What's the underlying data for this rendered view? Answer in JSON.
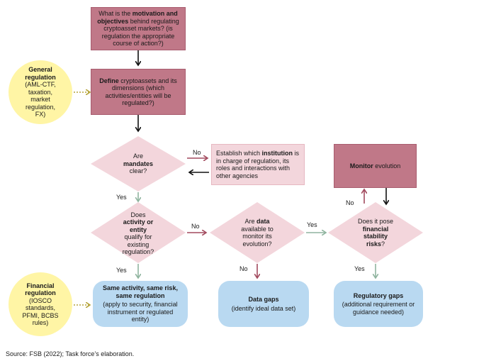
{
  "nodes": {
    "motivation": {
      "pre": "What is the ",
      "bold": "motivation and objectives",
      "post": " behind regulating cryptoasset markets? (is regulation the appropriate course of action?)"
    },
    "define": {
      "bold": "Define",
      "post": " cryptoassets and its dimensions (which activities/entities will be regulated?)"
    },
    "mandates": {
      "pre": "Are",
      "bold": "mandates",
      "post": "clear?"
    },
    "institution": {
      "pre": "Establish which ",
      "bold": "institution",
      "post": " is in charge of regulation, its roles and interactions with other agencies"
    },
    "activity": {
      "pre": "Does",
      "bold": "activity or entity",
      "post": "qualify for existing regulation?"
    },
    "data_available": {
      "pre": "Are ",
      "bold": "data",
      "post": " available to monitor its evolution?"
    },
    "stability": {
      "pre": "Does it pose",
      "bold": "financial stability risks",
      "post": "?"
    },
    "monitor": {
      "bold": "Monitor",
      "post": " evolution"
    },
    "same_activity": {
      "bold": "Same activity, same risk, same regulation",
      "sub": "(apply to security, financial instrument or regulated entity)"
    },
    "data_gaps": {
      "bold": "Data gaps",
      "sub": "(identify ideal data set)"
    },
    "regulatory_gaps": {
      "bold": "Regulatory gaps",
      "sub": "(additional requirement or guidance needed)"
    },
    "general_regulation": {
      "bold": "General regulation",
      "sub": "(AML-CTF, taxation, market regulation, FX)"
    },
    "financial_regulation": {
      "bold": "Financial regulation",
      "sub": "(IOSCO standards, PFMI, BCBS rules)"
    }
  },
  "edges": {
    "no_mandates": "No",
    "yes_mandates": "Yes",
    "no_activity": "No",
    "yes_activity": "Yes",
    "yes_data": "Yes",
    "no_data": "No",
    "no_stability": "No",
    "yes_stability": "Yes"
  },
  "colors": {
    "dark_rect": "#c07888",
    "light_diamond": "#f3d6dc",
    "pill": "#b9d9f1",
    "circle": "#fff5a5",
    "no_arrow": "#a24a5e",
    "yes_arrow": "#8fb49f",
    "dotted_arrow": "#b5a43a"
  },
  "source": "Source: FSB (2022); Task force’s elaboration."
}
